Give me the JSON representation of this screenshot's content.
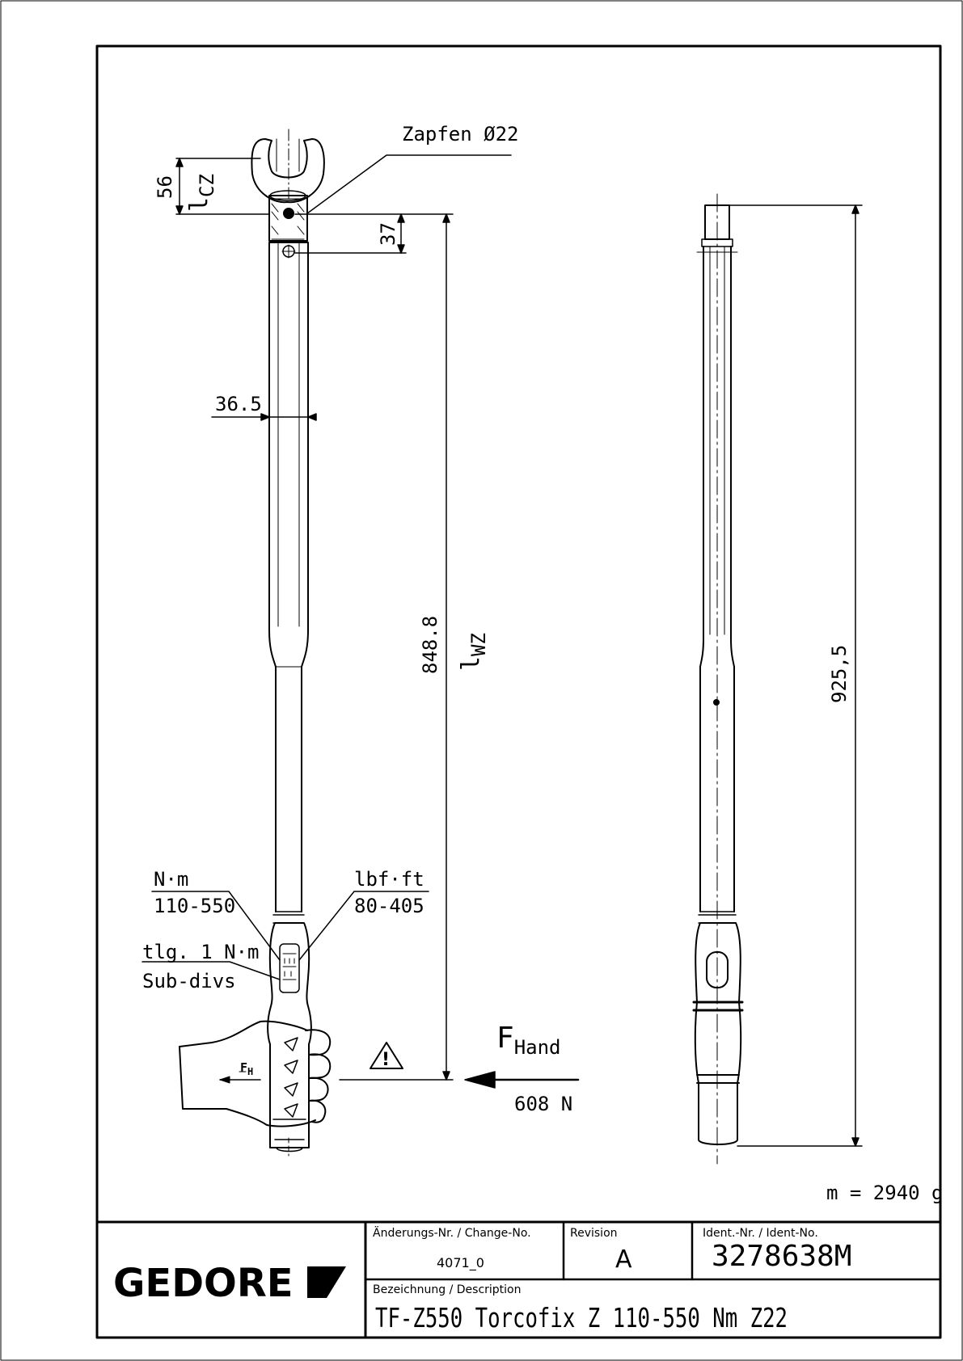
{
  "drawing": {
    "pin_label": "Zapfen Ø22",
    "dim_head_height": "56",
    "dim_head_symbol": "l",
    "dim_head_symbol_sub": "CZ",
    "dim_pin_offset": "37",
    "dim_width": "36.5",
    "dim_effective_length": "848.8",
    "dim_length_symbol": "l",
    "dim_length_symbol_sub": "WZ",
    "dim_total_length": "925,5",
    "scale_nm_unit": "N·m",
    "scale_nm_range": "110-550",
    "scale_lbf_unit": "lbf·ft",
    "scale_lbf_range": "80-405",
    "subdiv_label_de": "tlg. 1 N·m",
    "subdiv_label_en": "Sub-divs",
    "force_symbol": "F",
    "force_symbol_sub": "Hand",
    "force_value": "608 N",
    "hand_force_symbol": "F",
    "hand_force_sub": "H",
    "warning_glyph": "!",
    "mass": "m = 2940 g"
  },
  "title_block": {
    "brand": "GEDORE",
    "change_label": "Änderungs-Nr. / Change-No.",
    "change_value": "4071_0",
    "revision_label": "Revision",
    "revision_value": "A",
    "ident_label": "Ident.-Nr. / Ident-No.",
    "ident_value": "3278638M",
    "description_label": "Bezeichnung / Description",
    "description_value": "TF-Z550 Torcofix Z 110-550 Nm Z22"
  }
}
